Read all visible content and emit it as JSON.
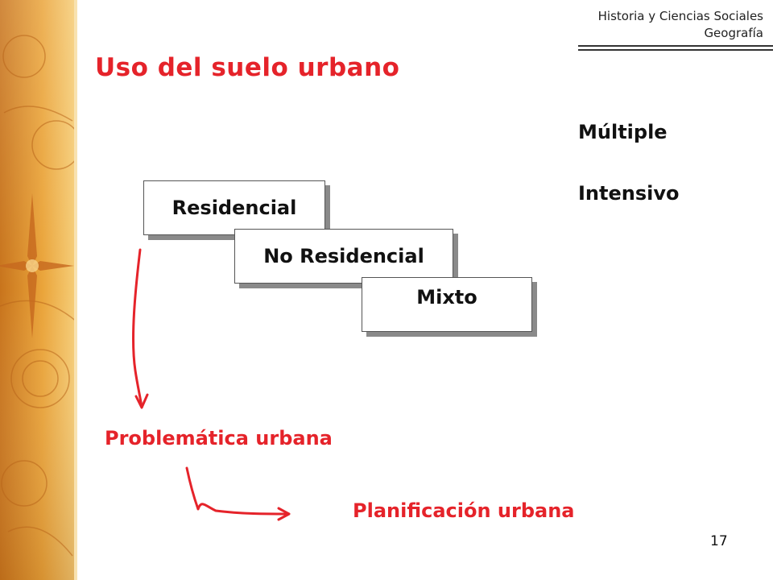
{
  "header": {
    "line1": "Historia y Ciencias Sociales",
    "line2": "Geografía"
  },
  "title": "Uso del suelo urbano",
  "side_labels": {
    "multiple": "Múltiple",
    "intensive": "Intensivo"
  },
  "boxes": {
    "residencial": "Residencial",
    "no_residencial": "No Residencial",
    "mixto": "Mixto"
  },
  "flow": {
    "problematica": "Problemática urbana",
    "planificacion": "Planificación urbana"
  },
  "page_number": "17",
  "colors": {
    "accent_red": "#e5232a",
    "sidebar_orange": "#e69a2e"
  }
}
